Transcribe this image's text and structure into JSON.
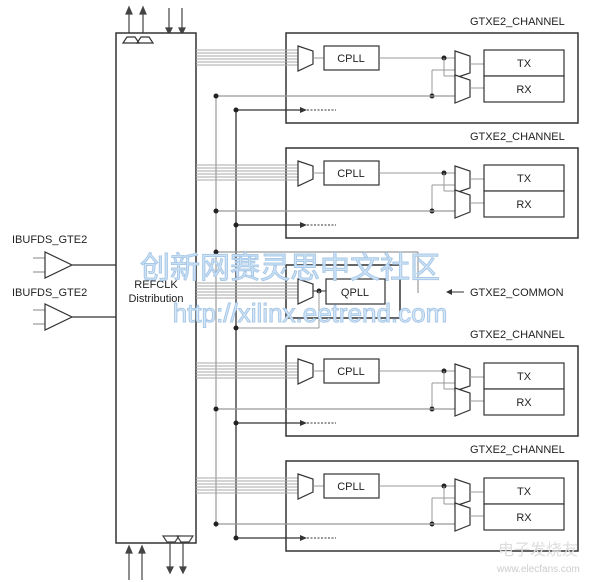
{
  "diagram": {
    "distribution_block": {
      "line1": "REFCLK",
      "line2": "Distribution"
    },
    "input_buffers": [
      {
        "label": "IBUFDS_GTE2"
      },
      {
        "label": "IBUFDS_GTE2"
      }
    ],
    "channels": [
      {
        "title": "GTXE2_CHANNEL",
        "pll": "CPLL",
        "tx": "TX",
        "rx": "RX"
      },
      {
        "title": "GTXE2_CHANNEL",
        "pll": "CPLL",
        "tx": "TX",
        "rx": "RX"
      },
      {
        "title": "GTXE2_CHANNEL",
        "pll": "CPLL",
        "tx": "TX",
        "rx": "RX"
      },
      {
        "title": "GTXE2_CHANNEL",
        "pll": "CPLL",
        "tx": "TX",
        "rx": "RX"
      }
    ],
    "common": {
      "title": "GTXE2_COMMON",
      "pll": "QPLL"
    }
  },
  "watermarks": {
    "cn_site": "创新网赛灵思中文社区",
    "url": "http://xilinx.eetrend.com",
    "corner_cn": "电子发烧友",
    "corner_url": "www.elecfans.com"
  },
  "colors": {
    "line": "#333333",
    "thin": "#888888",
    "watermark": "#a9c9e8"
  }
}
